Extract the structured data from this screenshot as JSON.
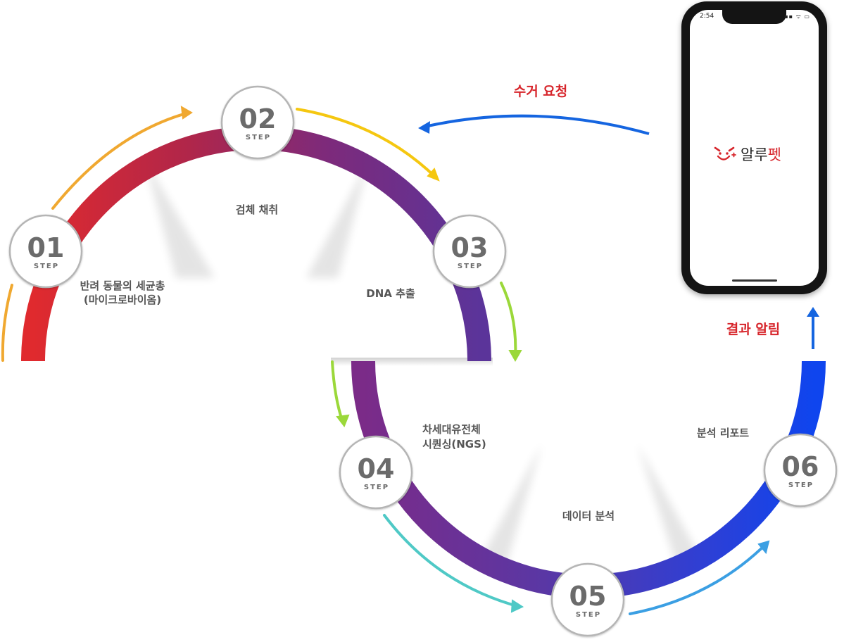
{
  "steps": [
    {
      "number": "01",
      "word": "STEP"
    },
    {
      "number": "02",
      "word": "STEP"
    },
    {
      "number": "03",
      "word": "STEP"
    },
    {
      "number": "04",
      "word": "STEP"
    },
    {
      "number": "05",
      "word": "STEP"
    },
    {
      "number": "06",
      "word": "STEP"
    }
  ],
  "captions": {
    "step1_line1": "반려 동물의 세균총",
    "step1_line2": "(마이크로바이옴)",
    "step2": "검체 채취",
    "step3": "DNA 추출",
    "step4_line1": "차세대유전체",
    "step4_line2": "시퀀싱(NGS)",
    "step5": "데이터 분석",
    "step6": "분석 리포트"
  },
  "callouts": {
    "request": "수거 요청",
    "result": "결과 알림"
  },
  "phone": {
    "time": "2:54",
    "status_icons": "▪▪ ᯤ ▭",
    "app_name_part1": "알루",
    "app_name_part2": "펫"
  },
  "colors": {
    "callout_red": "#d7262c",
    "arrow_blue": "#1565e0",
    "brand_red": "#d7262c"
  }
}
